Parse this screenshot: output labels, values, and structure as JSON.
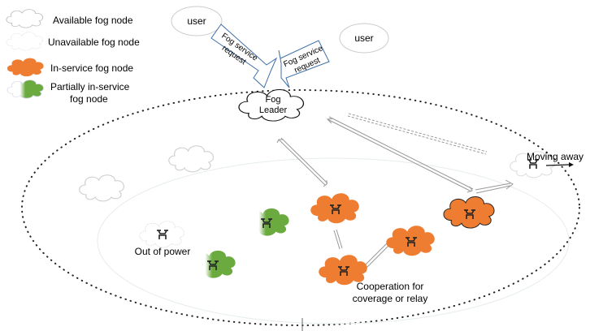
{
  "legend": {
    "available": "Available fog node",
    "unavailable": "Unavailable fog node",
    "in_service": "In-service fog node",
    "partial_line1": "Partially in-service",
    "partial_line2": "fog node"
  },
  "users": [
    "user",
    "user"
  ],
  "requests": [
    {
      "line1": "Fog service",
      "line2": "request"
    },
    {
      "line1": "Fog service",
      "line2": "request"
    }
  ],
  "leader": {
    "line1": "Fog",
    "line2": "Leader"
  },
  "labels": {
    "out_of_power": "Out of power",
    "moving_away": "Moving away",
    "cooperation_line1": "Cooperation for",
    "cooperation_line2": "coverage or relay"
  },
  "colors": {
    "in_service": "#ef7d31",
    "partial": "#6aaa3e",
    "request_stroke": "#3f6fa8",
    "outline": "#c8c8c8"
  },
  "icons": [
    "cloud-icon",
    "drone-icon"
  ]
}
